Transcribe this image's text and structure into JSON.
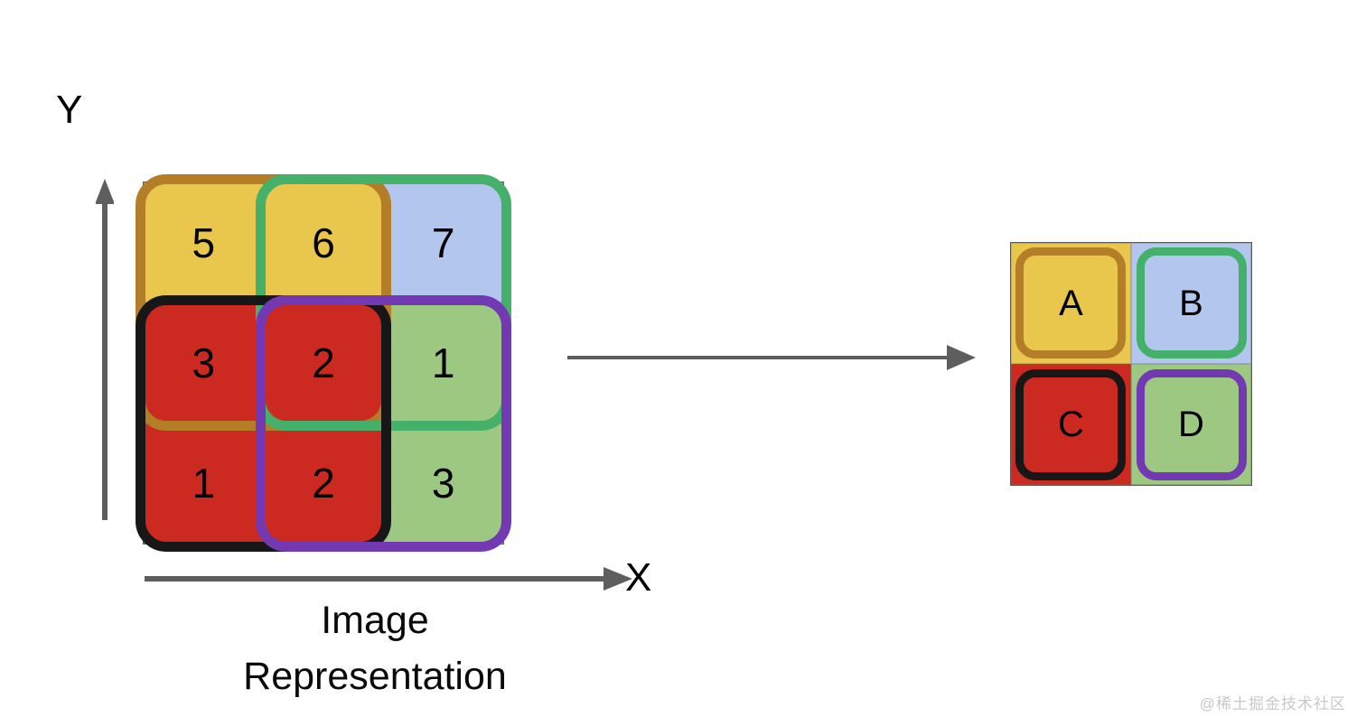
{
  "axes": {
    "y_label": "Y",
    "x_label": "X"
  },
  "caption": {
    "line1": "Image",
    "line2": "Representation"
  },
  "watermark": "@稀土掘金技术社区",
  "colors": {
    "yellow": "#E9C64C",
    "blue": "#B3C7EE",
    "green": "#9CC882",
    "red": "#CC2A21",
    "roi_brown": "#B47D27",
    "roi_green": "#45B06A",
    "roi_black": "#171717",
    "roi_purple": "#7239B3",
    "grid_border": "#5a5a5a",
    "arrow": "#5e5e5e",
    "watermark": "#c9c9c9"
  },
  "source_grid": {
    "rows": 3,
    "cols": 3,
    "cells": [
      {
        "value": "5",
        "color": "#E9C64C"
      },
      {
        "value": "6",
        "color": "#E9C64C"
      },
      {
        "value": "7",
        "color": "#B3C7EE"
      },
      {
        "value": "3",
        "color": "#CC2A21"
      },
      {
        "value": "2",
        "color": "#CC2A21"
      },
      {
        "value": "1",
        "color": "#9CC882"
      },
      {
        "value": "1",
        "color": "#CC2A21"
      },
      {
        "value": "2",
        "color": "#CC2A21"
      },
      {
        "value": "3",
        "color": "#9CC882"
      }
    ]
  },
  "source_rois": [
    {
      "name": "roi-a",
      "color": "#B47D27",
      "row": 0,
      "col": 0,
      "span": 2
    },
    {
      "name": "roi-b",
      "color": "#45B06A",
      "row": 0,
      "col": 1,
      "span": 2
    },
    {
      "name": "roi-c",
      "color": "#171717",
      "row": 1,
      "col": 0,
      "span": 2
    },
    {
      "name": "roi-d",
      "color": "#7239B3",
      "row": 1,
      "col": 1,
      "span": 2
    }
  ],
  "output_grid": {
    "rows": 2,
    "cols": 2,
    "cells": [
      {
        "value": "A",
        "color": "#E9C64C",
        "roi": "#B47D27"
      },
      {
        "value": "B",
        "color": "#B3C7EE",
        "roi": "#45B06A"
      },
      {
        "value": "C",
        "color": "#CC2A21",
        "roi": "#171717"
      },
      {
        "value": "D",
        "color": "#9CC882",
        "roi": "#7239B3"
      }
    ]
  }
}
